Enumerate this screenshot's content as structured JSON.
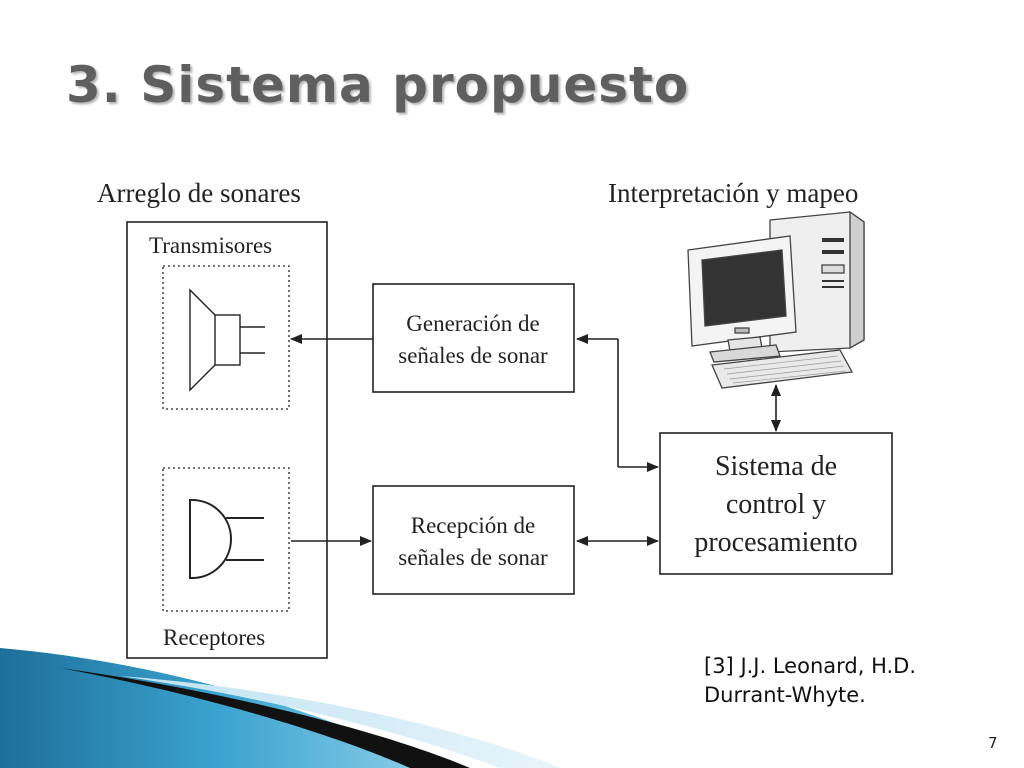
{
  "slide": {
    "title": "3. Sistema propuesto",
    "page_number": "7"
  },
  "diagram": {
    "left_heading": "Arreglo de sonares",
    "right_heading": "Interpretación y mapeo",
    "transmitters_label": "Transmisores",
    "receivers_label": "Receptores",
    "generation_box": {
      "line1": "Generación de",
      "line2": "señales de sonar"
    },
    "reception_box": {
      "line1": "Recepción de",
      "line2": "señales de sonar"
    },
    "control_box": {
      "line1": "Sistema de",
      "line2": "control y",
      "line3": "procesamiento"
    },
    "computer_icon": "desktop-computer-icon",
    "speaker_icon": "speaker-icon",
    "receiver_icon": "receiver-icon"
  },
  "citation": {
    "ref_number": "[3]",
    "text_line1": "J.J. Leonard, H.D.",
    "text_line2": "Durrant-Whyte."
  },
  "colors": {
    "title": "#5f5f5f",
    "accent_blue": "#2a8ab5",
    "line": "#222222"
  }
}
